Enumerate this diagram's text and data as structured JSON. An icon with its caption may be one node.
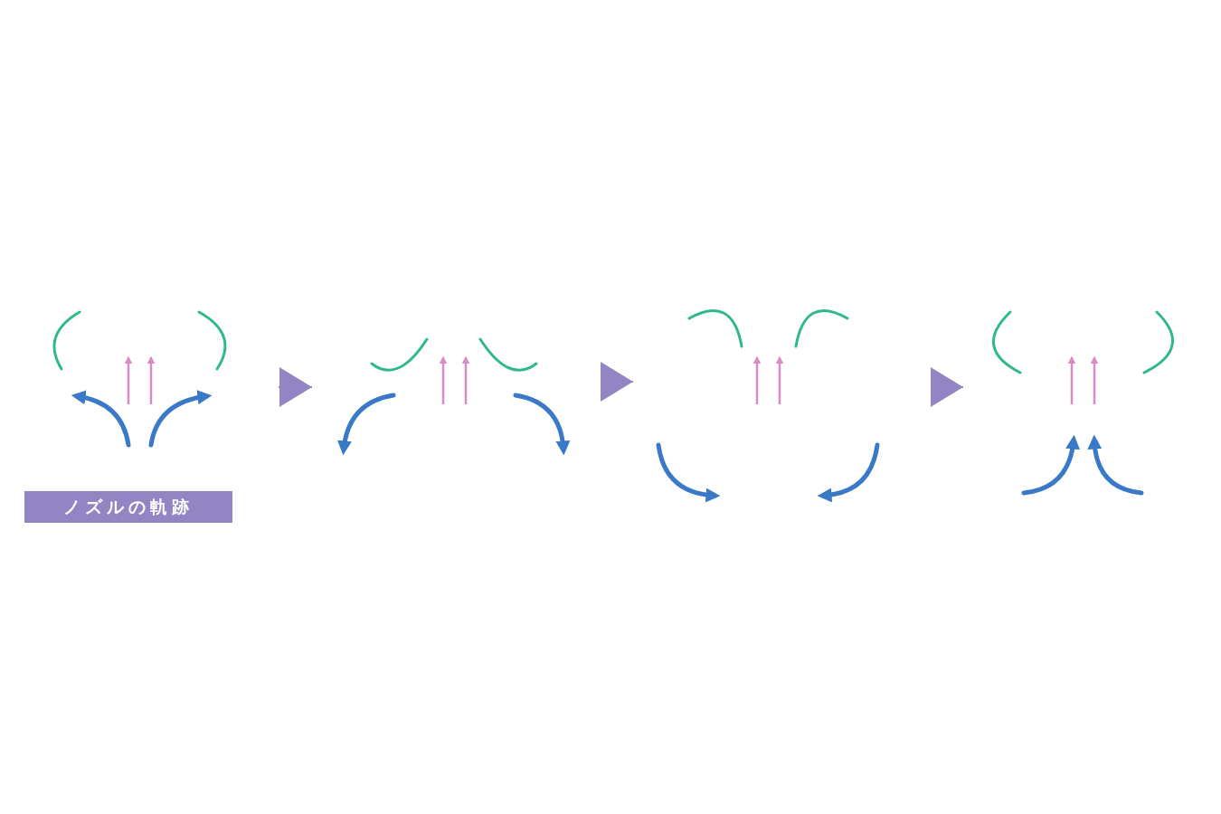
{
  "diagram": {
    "nodes": [
      {
        "text": [],
        "shape": "picture"
      },
      {
        "text": [],
        "shape": "picture"
      },
      {
        "text": [],
        "shape": "picture"
      },
      {
        "text": [],
        "shape": "picture"
      },
      {
        "text": [
          "ノズルの軌跡"
        ]
      }
    ],
    "edges": [
      {
        "from": 0,
        "to": 1,
        "arrow": "to"
      },
      {
        "from": 1,
        "to": 2,
        "arrow": "to"
      },
      {
        "from": 2,
        "to": 3,
        "arrow": "to"
      }
    ]
  }
}
